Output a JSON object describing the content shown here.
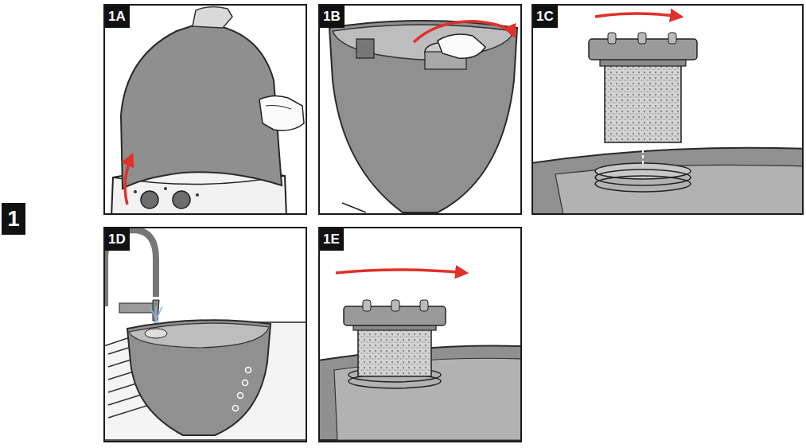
{
  "diagram": {
    "nodes": [
      {
        "text": [
          "1A"
        ]
      },
      {
        "text": [
          "1B"
        ]
      },
      {
        "text": [
          "1C"
        ]
      },
      {
        "text": [
          "1D"
        ]
      },
      {
        "text": [
          "1E"
        ]
      },
      {
        "text": [
          "1"
        ]
      }
    ]
  }
}
